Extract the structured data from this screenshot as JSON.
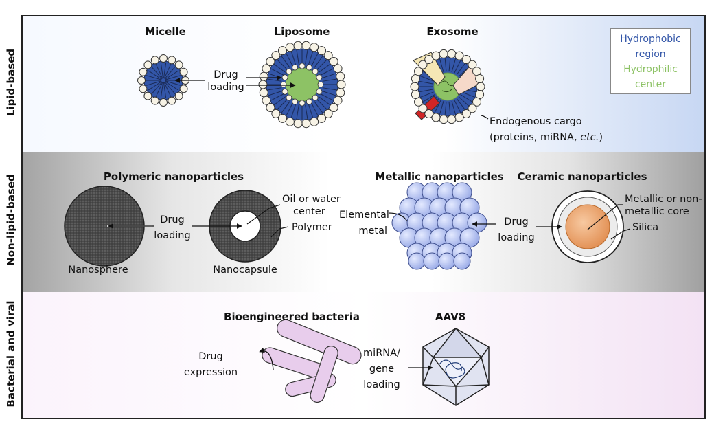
{
  "rows": [
    {
      "label": "Lipid-based"
    },
    {
      "label": "Non-lipid-based"
    },
    {
      "label": "Bacterial and viral"
    }
  ],
  "lipid": {
    "micelle_title": "Micelle",
    "liposome_title": "Liposome",
    "exosome_title": "Exosome",
    "drug_loading": [
      "Drug",
      "loading"
    ],
    "exosome_cargo": [
      "Endogenous cargo",
      "(proteins, miRNA, ",
      "etc.",
      ")"
    ]
  },
  "legend": {
    "hydrophobic": [
      "Hydrophobic",
      "region"
    ],
    "hydrophilic": [
      "Hydrophilic",
      "center"
    ],
    "hydrophobic_color": "#3356a8",
    "hydrophilic_color": "#8dc265"
  },
  "nonlipid": {
    "polymeric_title": "Polymeric nanoparticles",
    "metallic_title": "Metallic nanoparticles",
    "ceramic_title": "Ceramic nanoparticles",
    "drug_loading_poly": [
      "Drug",
      "loading"
    ],
    "oil_water": [
      "Oil or water",
      "center"
    ],
    "polymer": "Polymer",
    "nanosphere": "Nanosphere",
    "nanocapsule": "Nanocapsule",
    "elemental": [
      "Elemental",
      "metal"
    ],
    "drug_loading_metal": [
      "Drug",
      "loading"
    ],
    "core": [
      "Metallic or non-",
      "metallic core"
    ],
    "silica": "Silica"
  },
  "bio": {
    "bacteria_title": "Bioengineered bacteria",
    "aav_title": "AAV8",
    "drug_expression": [
      "Drug",
      "expression"
    ],
    "mirna": [
      "miRNA/",
      "gene",
      "loading"
    ]
  }
}
